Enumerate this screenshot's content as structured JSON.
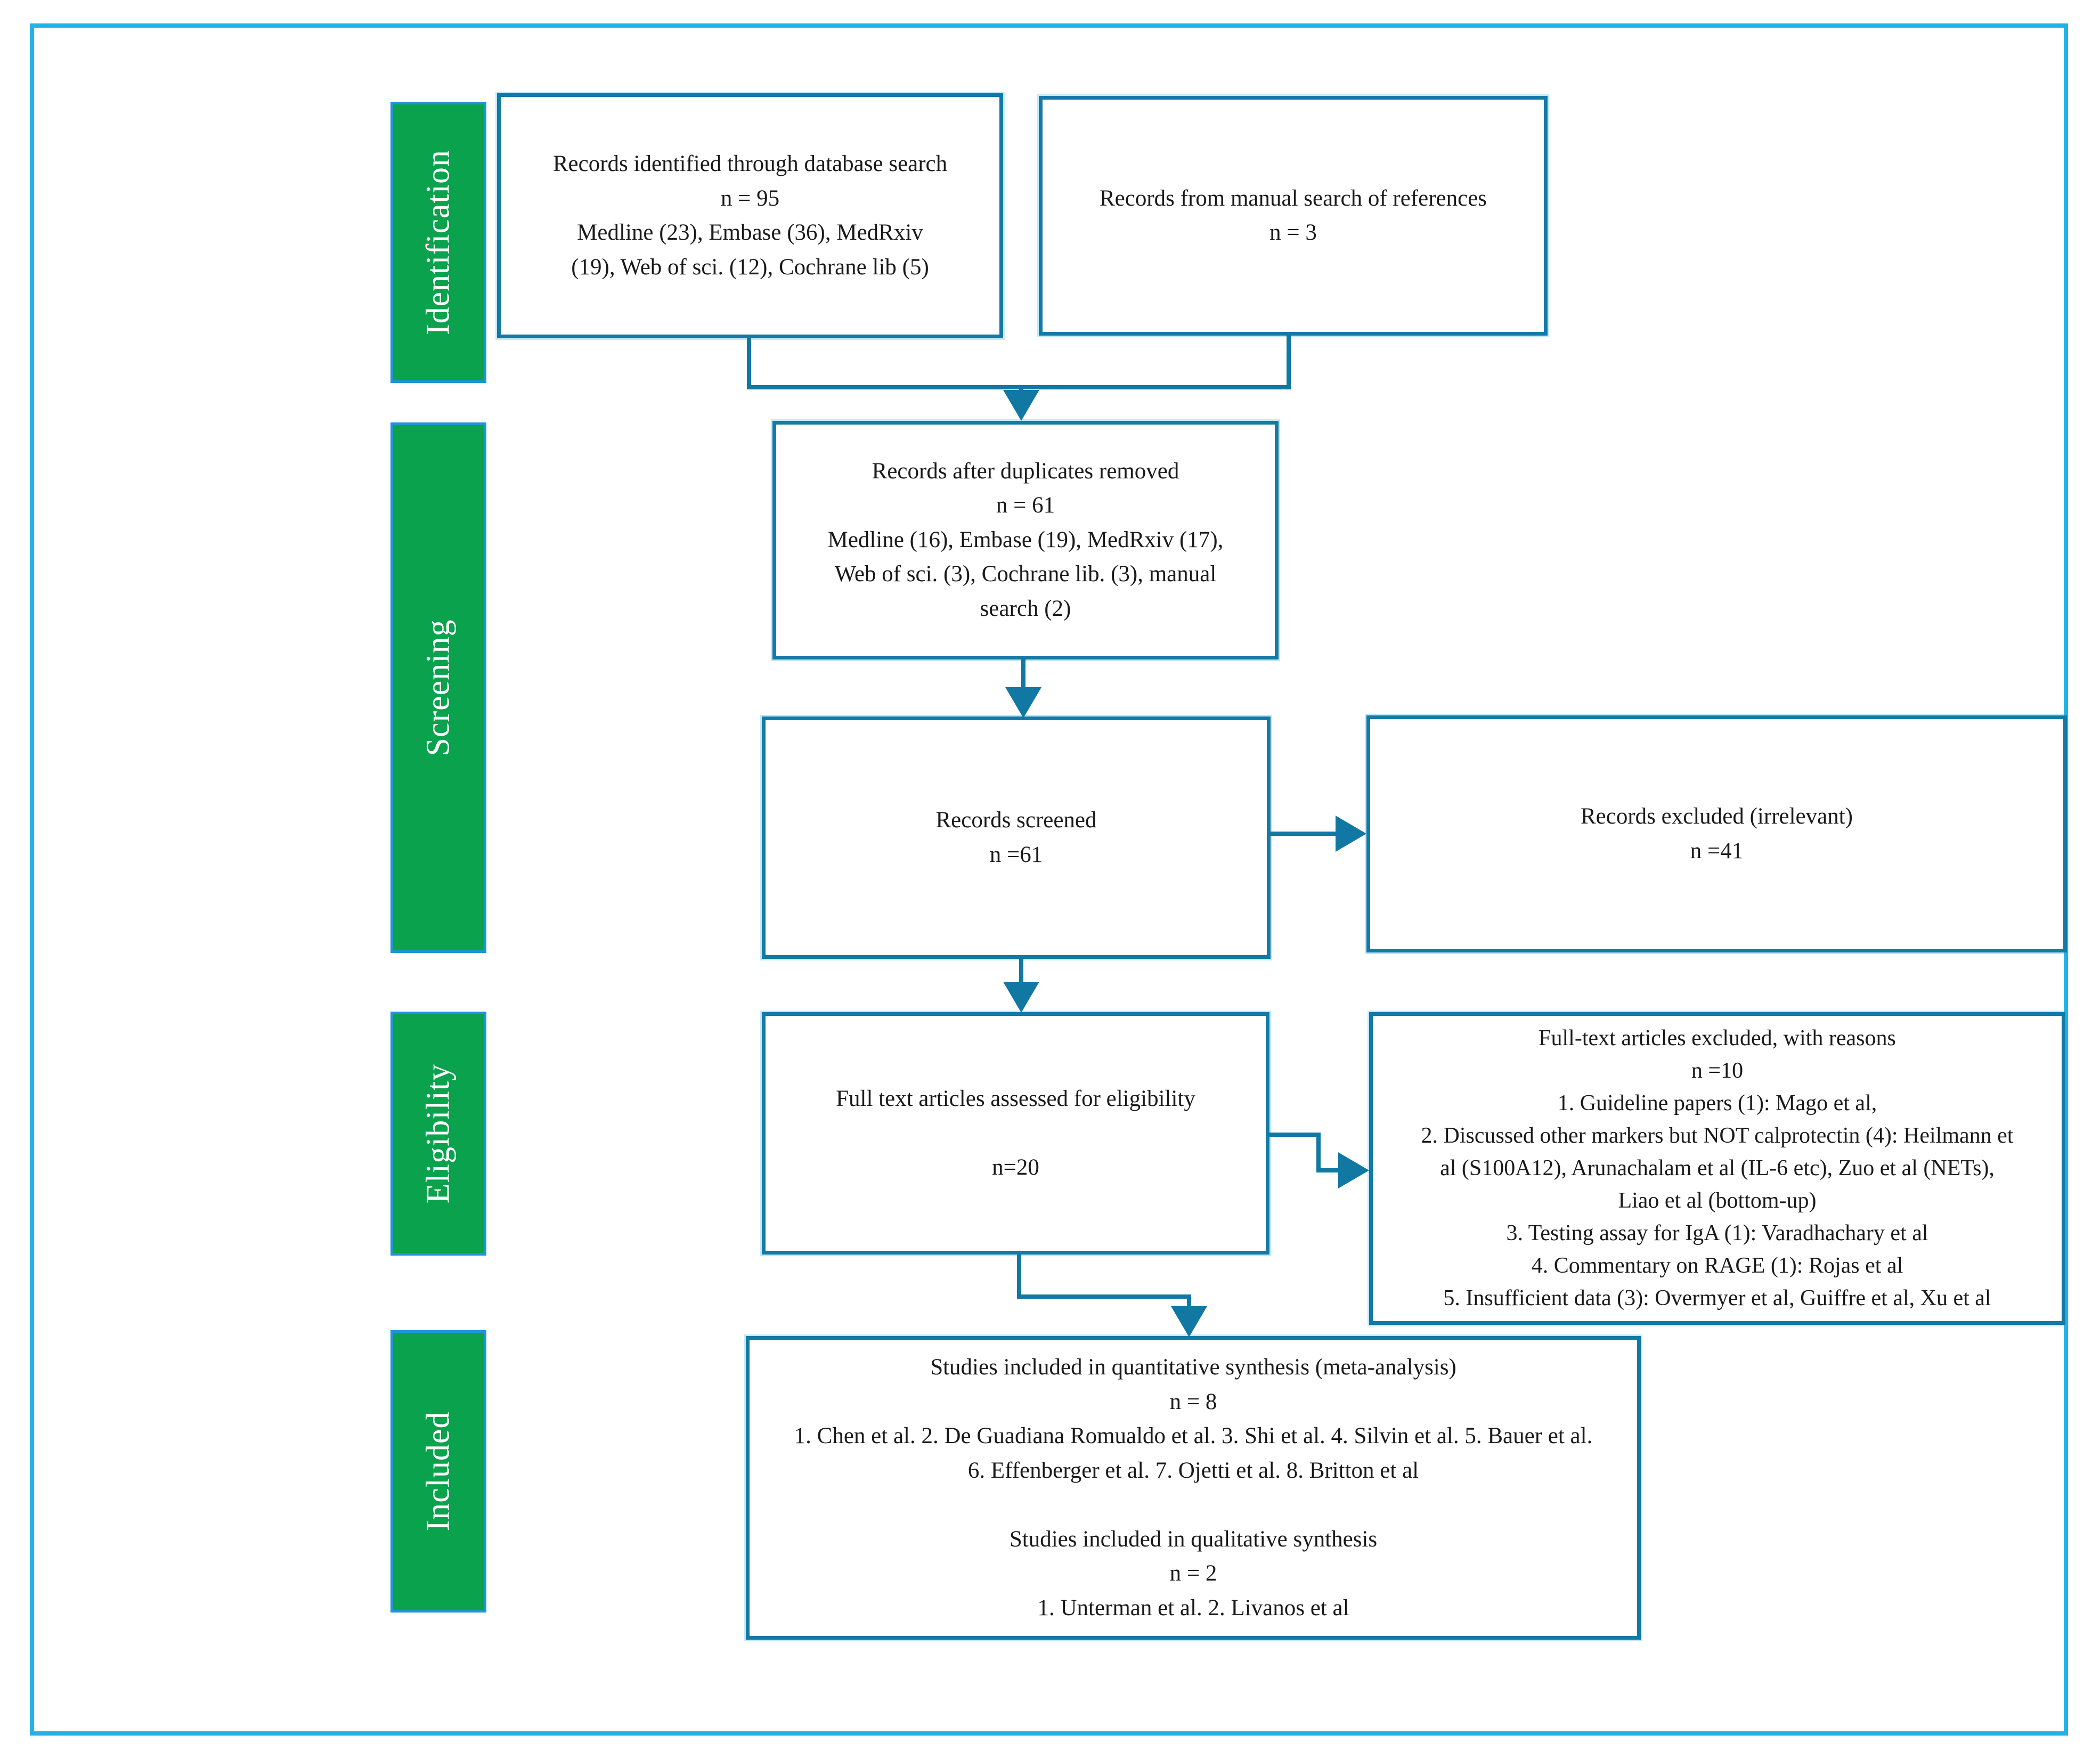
{
  "stages": [
    {
      "label": "Identification"
    },
    {
      "label": "Screening"
    },
    {
      "label": "Eligibility"
    },
    {
      "label": "Included"
    }
  ],
  "boxes": {
    "identified": {
      "text": "Records identified through database search\nn = 95\nMedline (23), Embase (36), MedRxiv\n(19), Web of sci. (12), Cochrane lib (5)"
    },
    "manual": {
      "text": "Records from manual search of references\nn = 3"
    },
    "deduplicated": {
      "text": "Records after duplicates removed\nn = 61\nMedline (16), Embase (19), MedRxiv (17),\nWeb of sci. (3), Cochrane lib. (3), manual\nsearch (2)"
    },
    "screened": {
      "text": "Records screened\nn =61"
    },
    "excluded": {
      "text": "Records excluded (irrelevant)\nn =41"
    },
    "fulltext": {
      "text": "Full text articles assessed for eligibility\n\nn=20"
    },
    "reasons": {
      "text": "Full-text articles excluded, with reasons\nn =10\n1. Guideline papers (1): Mago et al,\n2. Discussed other markers but NOT calprotectin (4): Heilmann et\nal (S100A12), Arunachalam et al (IL-6 etc), Zuo et al (NETs),\nLiao et al (bottom-up)\n3. Testing assay for IgA (1): Varadhachary et al\n4. Commentary on RAGE (1): Rojas et al\n5. Insufficient data (3): Overmyer et al, Guiffre et al, Xu et al"
    },
    "included": {
      "text": "Studies included in quantitative synthesis (meta-analysis)\nn = 8\n1. Chen et al. 2. De Guadiana Romualdo et al. 3. Shi et al. 4. Silvin et al. 5. Bauer et al.\n6. Effenberger et al. 7. Ojetti et al. 8. Britton et al\n\nStudies included in qualitative synthesis\nn = 2\n1. Unterman et al. 2. Livanos et al"
    }
  },
  "colors": {
    "outer_border": "#22b2e8",
    "connector": "#1178a4",
    "box_border": "#1379a6",
    "stage_fill": "#0aa24d",
    "stage_border": "#2094d8",
    "text": "#1a1a1a"
  }
}
